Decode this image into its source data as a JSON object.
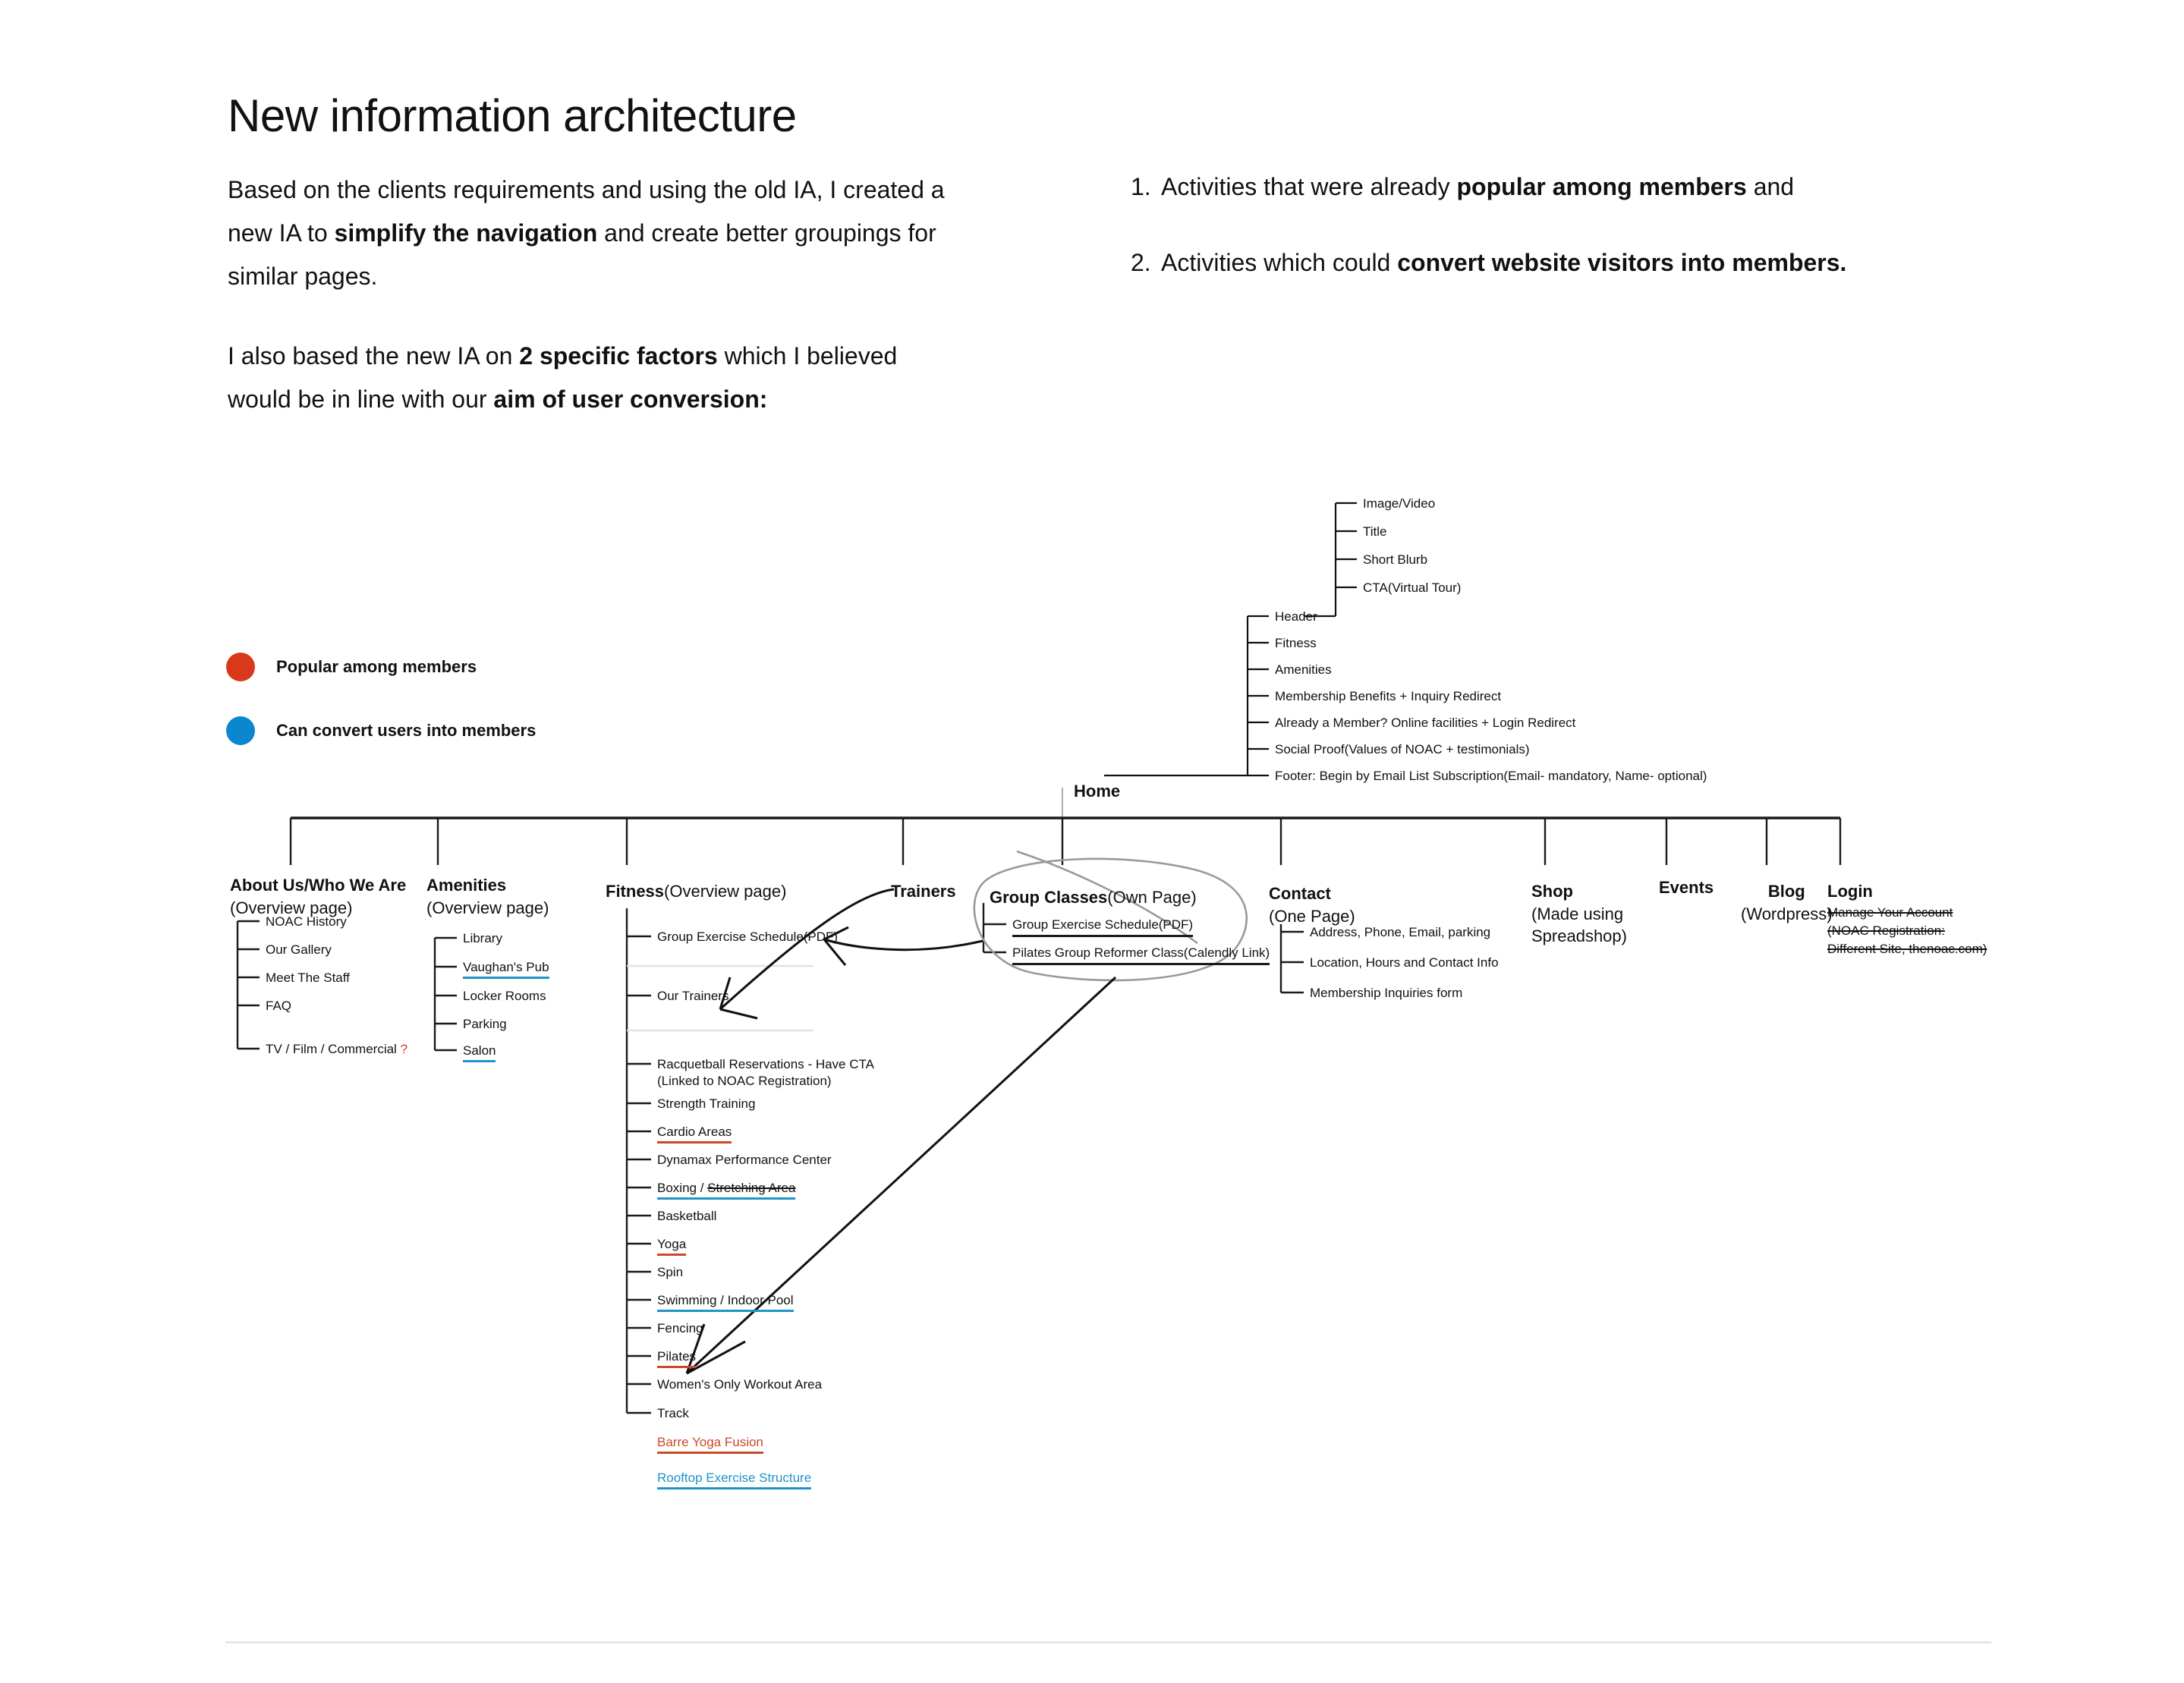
{
  "page": {
    "title": "New information architecture"
  },
  "intro": {
    "p1_a": "Based on the clients requirements and using the old IA, I created a new IA to ",
    "p1_b": "simplify the navigation",
    "p1_c": " and create better groupings for similar pages.",
    "p2_a": "I also based the new IA on ",
    "p2_b": "2 specific factors",
    "p2_c": " which I believed would be in line with our ",
    "p2_d": "aim of user conversion:"
  },
  "factors": [
    {
      "num": "1.",
      "a": "Activities that were already ",
      "b": "popular among members",
      "c": " and"
    },
    {
      "num": "2.",
      "a": "Activities which could ",
      "b": "convert website visitors into members.",
      "c": ""
    }
  ],
  "legend": {
    "items": [
      {
        "label": "Popular among members",
        "color": "#d8391a"
      },
      {
        "label": "Can convert users into members",
        "color": "#0b87d0"
      }
    ]
  },
  "diagram": {
    "root": {
      "label": "Home"
    },
    "home_sections": [
      {
        "label": "Header"
      },
      {
        "label": "Fitness"
      },
      {
        "label": "Amenities"
      },
      {
        "label": "Membership Benefits + Inquiry Redirect"
      },
      {
        "label": "Already a Member? Online facilities + Login Redirect"
      },
      {
        "label": "Social Proof(Values of NOAC + testimonials)"
      },
      {
        "label": "Footer: Begin by Email List Subscription(Email- mandatory, Name- optional)"
      }
    ],
    "header_children": [
      {
        "label": "Image/Video"
      },
      {
        "label": "Title"
      },
      {
        "label": "Short Blurb"
      },
      {
        "label": "CTA(Virtual Tour)"
      }
    ],
    "columns": {
      "about": {
        "title": "About Us/Who We Are",
        "subtitle": "(Overview page)",
        "items": [
          {
            "label": "NOAC History"
          },
          {
            "label": "Our Gallery"
          },
          {
            "label": "Meet The Staff"
          },
          {
            "label": "FAQ"
          },
          {
            "label": "TV / Film / Commercial ",
            "q": "?"
          }
        ]
      },
      "amenities": {
        "title": "Amenities",
        "subtitle": "(Overview page)",
        "items": [
          {
            "label": "Library"
          },
          {
            "label": "Vaughan's Pub"
          },
          {
            "label": "Locker Rooms"
          },
          {
            "label": "Parking"
          },
          {
            "label": "Salon"
          }
        ]
      },
      "fitness": {
        "title": "Fitness",
        "subtitle": "(Overview page)",
        "items": [
          {
            "label": "Group Exercise Schedule(PDF)"
          },
          {
            "label": "Our Trainers"
          },
          {
            "label": "Racquetball  Reservations - Have CTA"
          },
          {
            "label": "(Linked to NOAC Registration)"
          },
          {
            "label": "Strength Training"
          },
          {
            "label": "Cardio Areas"
          },
          {
            "label": "Dynamax Performance Center"
          },
          {
            "label_a": "Boxing / ",
            "label_b": "Stretching Area"
          },
          {
            "label": "Basketball"
          },
          {
            "label": "Yoga"
          },
          {
            "label": "Spin"
          },
          {
            "label": "Swimming / Indoor Pool"
          },
          {
            "label": "Fencing"
          },
          {
            "label": "Pilates"
          },
          {
            "label": "Women's Only Workout Area"
          },
          {
            "label": "Track"
          },
          {
            "label": "Barre Yoga Fusion"
          },
          {
            "label": "Rooftop Exercise Structure"
          }
        ]
      },
      "trainers": {
        "title": "Trainers"
      },
      "group_classes": {
        "title": "Group Classes",
        "subtitle": "(Own Page)",
        "items": [
          {
            "label": "Group Exercise Schedule(PDF)"
          },
          {
            "label": "Pilates Group Reformer Class(Calendly Link)"
          }
        ]
      },
      "contact": {
        "title": "Contact",
        "subtitle": "(One Page)",
        "items": [
          {
            "label": "Address, Phone, Email, parking"
          },
          {
            "label": "Location, Hours and Contact Info"
          },
          {
            "label": "Membership Inquiries form"
          }
        ]
      },
      "shop": {
        "title": "Shop",
        "subtitle_1": "(Made using",
        "subtitle_2": "Spreadshop)"
      },
      "events": {
        "title": "Events"
      },
      "blog": {
        "title": "Blog",
        "subtitle": "(Wordpress)"
      },
      "login": {
        "title": "Login",
        "items": [
          {
            "label": "Manage Your Account"
          },
          {
            "label": "(NOAC Registration:"
          },
          {
            "label": "Different Site, thenoac.com)"
          }
        ]
      }
    }
  }
}
